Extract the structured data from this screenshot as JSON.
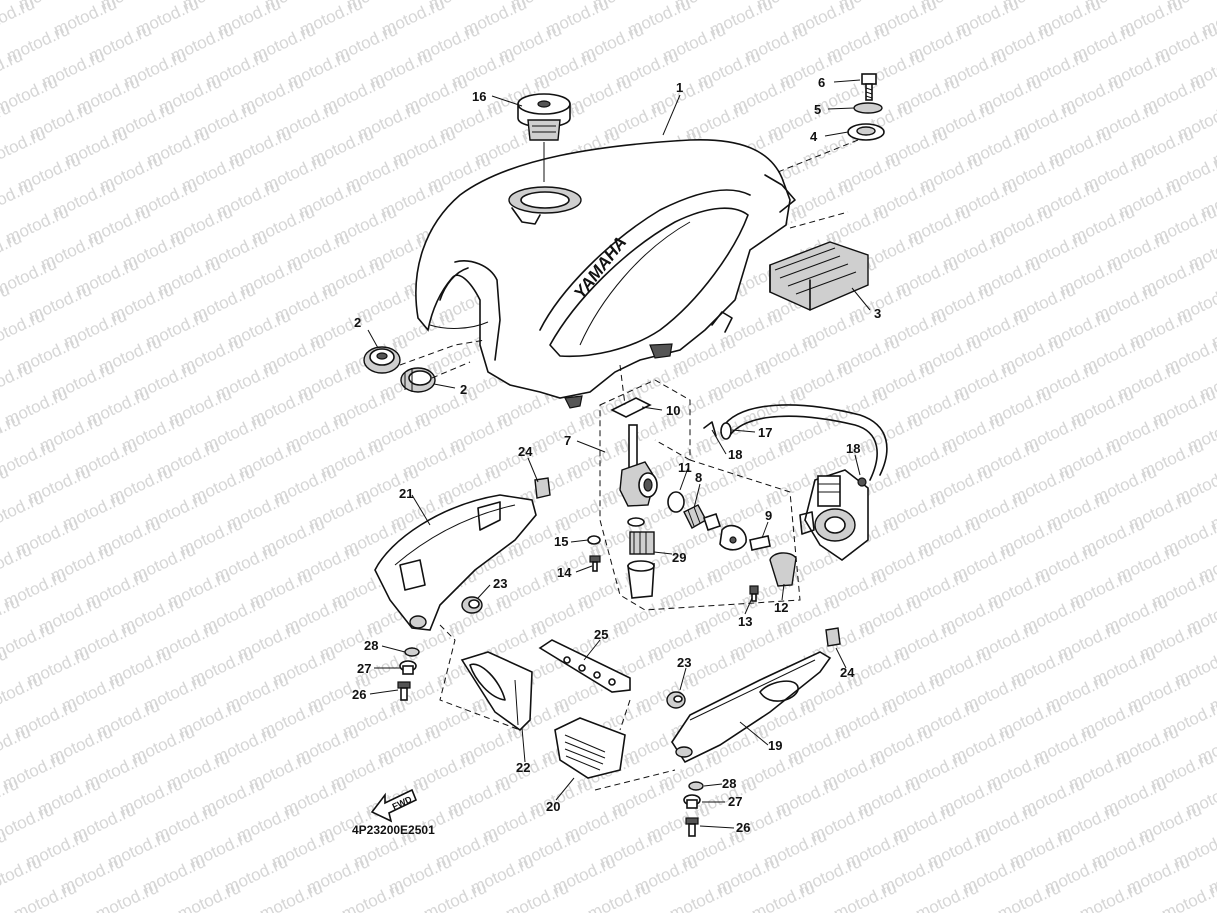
{
  "watermark": "motod.ru",
  "diagram_code": "4P23200E2501",
  "brand_text": "YAMAHA",
  "direction_label": "FWD",
  "callouts": {
    "c1": "1",
    "c2a": "2",
    "c2b": "2",
    "c3": "3",
    "c4": "4",
    "c5": "5",
    "c6": "6",
    "c7": "7",
    "c8": "8",
    "c9": "9",
    "c10": "10",
    "c11": "11",
    "c12": "12",
    "c13": "13",
    "c14": "14",
    "c15": "15",
    "c16": "16",
    "c17": "17",
    "c18a": "18",
    "c18b": "18",
    "c19": "19",
    "c20": "20",
    "c21": "21",
    "c22": "22",
    "c23a": "23",
    "c23b": "23",
    "c24a": "24",
    "c24b": "24",
    "c25": "25",
    "c26a": "26",
    "c26b": "26",
    "c27a": "27",
    "c27b": "27",
    "c28a": "28",
    "c28b": "28",
    "c29": "29"
  }
}
